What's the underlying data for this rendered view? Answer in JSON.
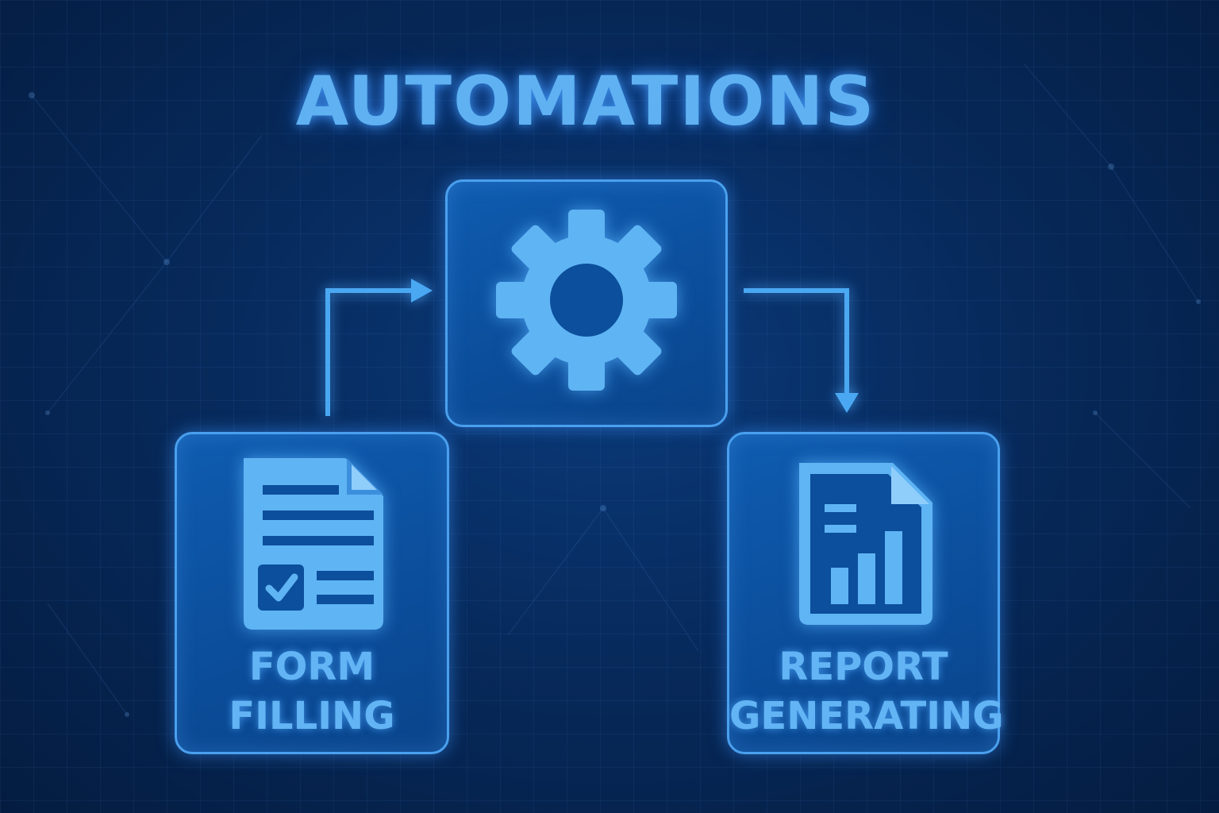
{
  "title": "AUTOMATIONS",
  "nodes": {
    "form": {
      "line1": "FORM",
      "line2": "FILLING",
      "icon": "form-checkbox-icon"
    },
    "process": {
      "icon": "gear-icon"
    },
    "report": {
      "line1": "REPORT",
      "line2": "GENERATING",
      "icon": "report-chart-icon"
    }
  },
  "colors": {
    "background": "#072a5c",
    "card_fill": "#0b4d9a",
    "accent": "#5fb1f2",
    "border": "#4aa0ee"
  }
}
